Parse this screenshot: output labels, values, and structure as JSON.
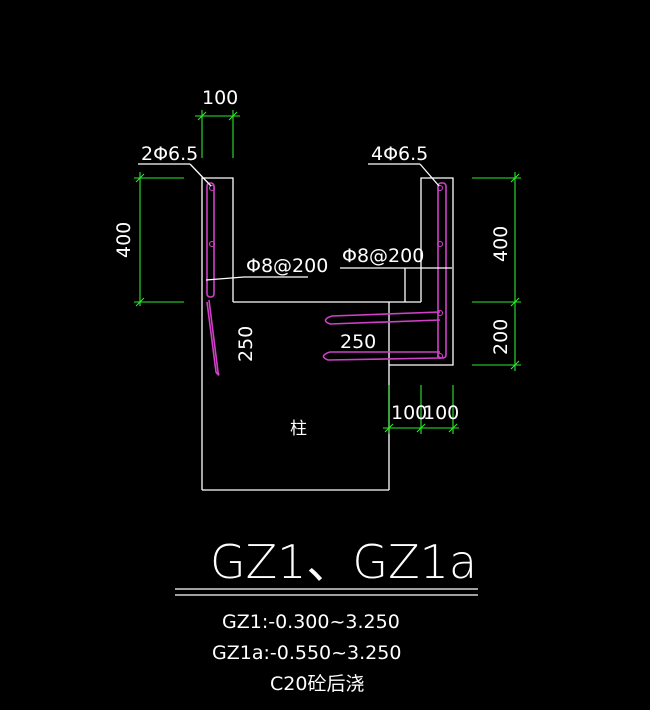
{
  "colors": {
    "background": "#000000",
    "outline": "#ffffff",
    "dimension": "#2ee82e",
    "rebar": "#d040c8"
  },
  "dimensions": {
    "top_width": "100",
    "left_height": "400",
    "left_lower": "250",
    "right_height_upper": "400",
    "right_height_lower": "200",
    "horizontal_250": "250",
    "bottom_left": "100",
    "bottom_right": "100"
  },
  "rebar_labels": {
    "left_bars": "2Φ6.5",
    "right_bars": "4Φ6.5",
    "left_stirrup": "Φ8@200",
    "right_stirrup": "Φ8@200"
  },
  "column_label": "柱",
  "title": "GZ1、GZ1a",
  "notes": [
    "GZ1:-0.300~3.250",
    "GZ1a:-0.550~3.250",
    "C20砼后浇"
  ]
}
